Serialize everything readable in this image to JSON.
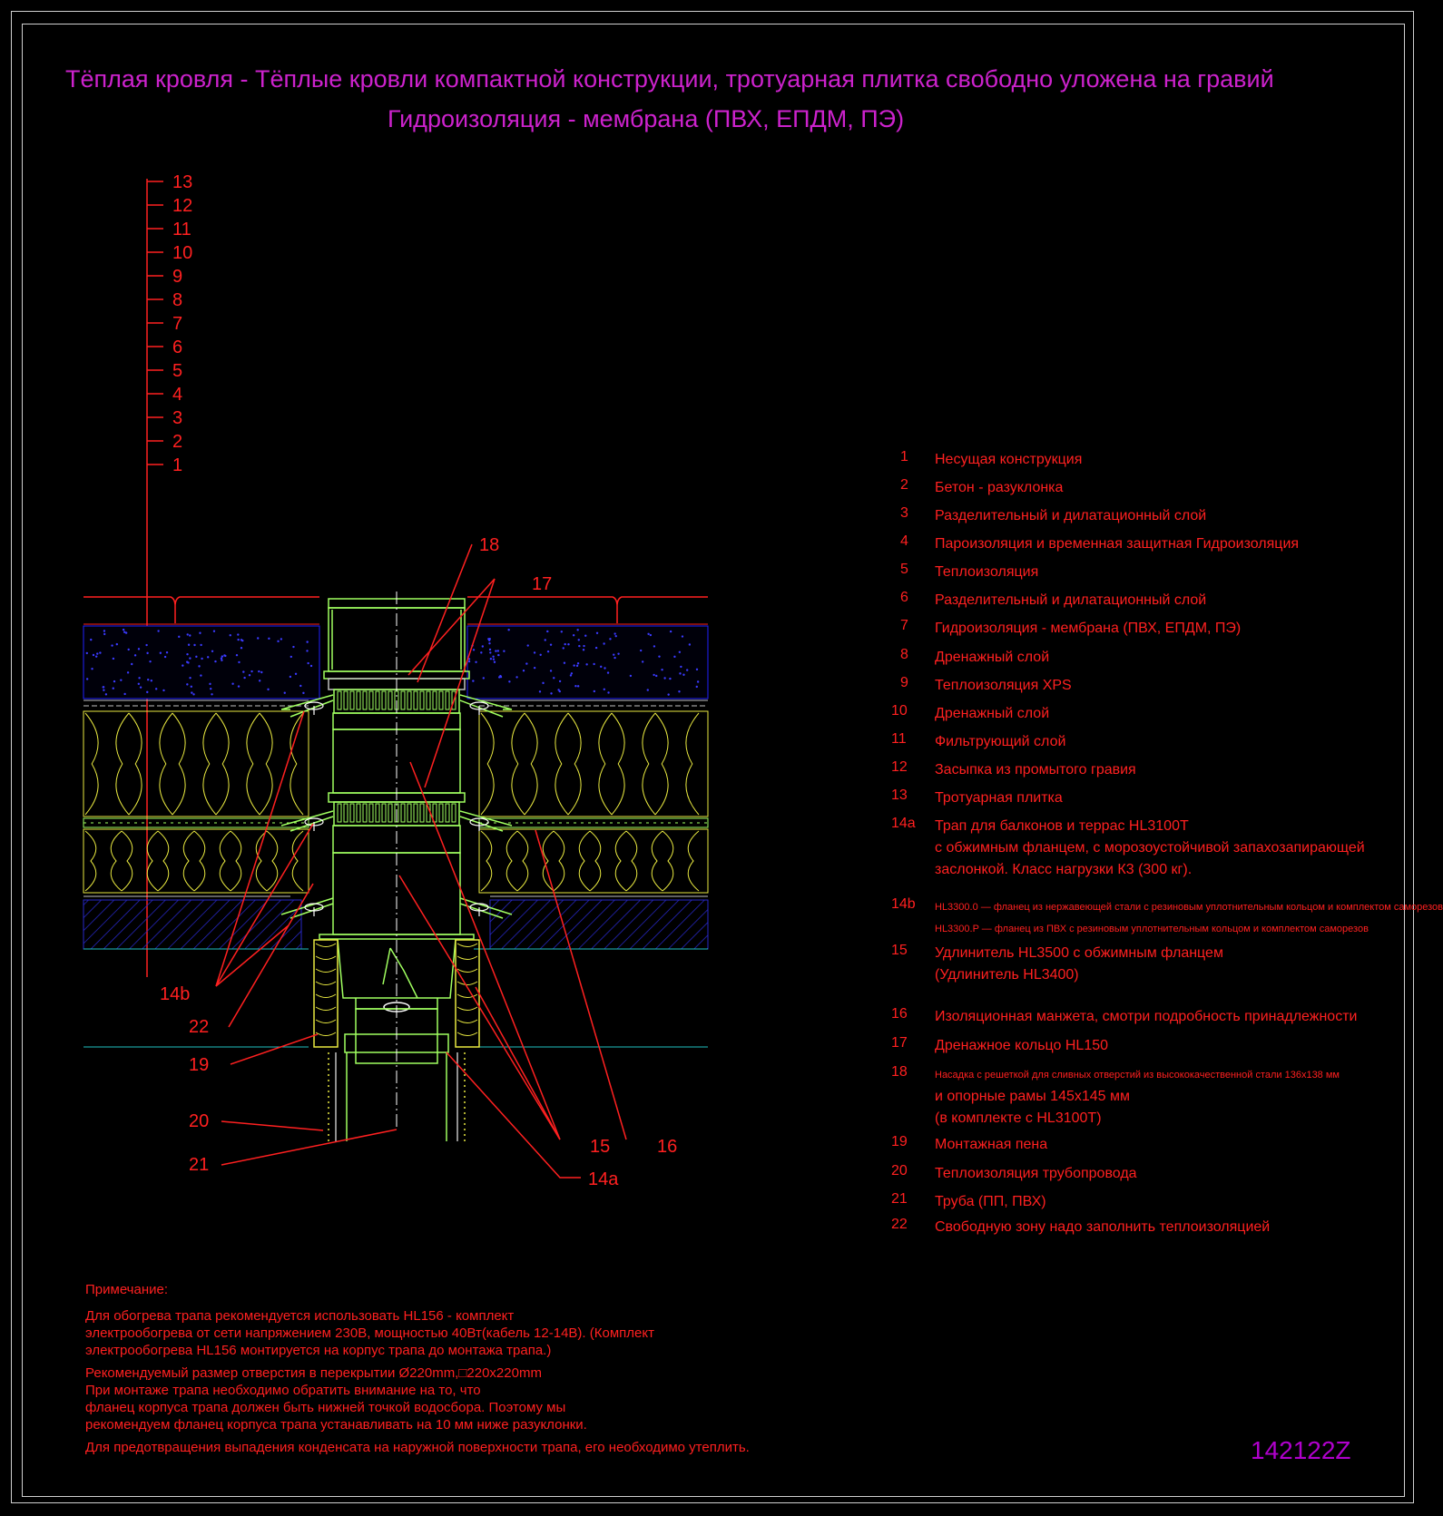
{
  "title_line1": "Тёплая кровля - Тёплые кровли компактной конструкции, тротуарная плитка свободно уложена на гравий",
  "title_line2": "Гидроизоляция - мембрана (ПВХ, ЕПДМ, ПЭ)",
  "scale_labels": [
    "13",
    "12",
    "11",
    "10",
    "9",
    "8",
    "7",
    "6",
    "5",
    "4",
    "3",
    "2",
    "1"
  ],
  "callouts": {
    "c18": "18",
    "c17": "17",
    "c14b": "14b",
    "c22": "22",
    "c19": "19",
    "c20": "20",
    "c21": "21",
    "c15": "15",
    "c16": "16",
    "c14a": "14a"
  },
  "legend": [
    {
      "num": "1",
      "lines": [
        "Несущая конструкция"
      ]
    },
    {
      "num": "2",
      "lines": [
        "Бетон - разуклонка"
      ]
    },
    {
      "num": "3",
      "lines": [
        "Разделительный и дилатационный слой"
      ]
    },
    {
      "num": "4",
      "lines": [
        "Пароизоляция и временная защитная Гидроизоляция"
      ]
    },
    {
      "num": "5",
      "lines": [
        "Теплоизоляция"
      ]
    },
    {
      "num": "6",
      "lines": [
        "Разделительный и дилатационный слой"
      ]
    },
    {
      "num": "7",
      "lines": [
        "Гидроизоляция - мембрана (ПВХ, ЕПДМ, ПЭ)"
      ]
    },
    {
      "num": "8",
      "lines": [
        "Дренажный слой"
      ]
    },
    {
      "num": "9",
      "lines": [
        "Теплоизоляция XPS"
      ]
    },
    {
      "num": "10",
      "lines": [
        "Дренажный слой"
      ]
    },
    {
      "num": "11",
      "lines": [
        "Фильтрующий слой"
      ]
    },
    {
      "num": "12",
      "lines": [
        "Засыпка из промытого гравия"
      ]
    },
    {
      "num": "13",
      "lines": [
        "Тротуарная плитка"
      ]
    },
    {
      "num": "14a",
      "lines": [
        "Трап для балконов и террас HL3100T",
        "с обжимным фланцем, с морозоустойчивой запахозапирающей",
        "заслонкой. Класс нагрузки К3 (300 кг)."
      ]
    },
    {
      "num": "14b",
      "small": true,
      "lines": [
        "HL3300.0 — фланец из нержавеющей стали с резиновым уплотнительным кольцом и комплектом саморезов",
        "HL3300.P — фланец из ПВХ с резиновым уплотнительным кольцом и комплектом саморезов"
      ]
    },
    {
      "num": "15",
      "lines": [
        "Удлинитель HL3500 с обжимным фланцем",
        "(Удлинитель HL3400)"
      ]
    },
    {
      "num": "16",
      "lines": [
        "Изоляционная  манжета, смотри подробность принадлежности"
      ]
    },
    {
      "num": "17",
      "lines": [
        "Дренажное кольцо HL150"
      ]
    },
    {
      "num": "18",
      "mixed": true,
      "lines": [
        "Насадка с решеткой для сливных отверстий из высококачественной стали 136x138 мм",
        "и опорные рамы 145x145 мм",
        "(в комплекте с HL3100T)"
      ]
    },
    {
      "num": "19",
      "lines": [
        "Монтажная пена"
      ]
    },
    {
      "num": "20",
      "lines": [
        "Теплоизоляция трубопровода"
      ]
    },
    {
      "num": "21",
      "lines": [
        "Труба (ПП, ПВХ)"
      ]
    },
    {
      "num": "22",
      "lines": [
        "Свободную зону надо заполнить теплоизоляцией"
      ]
    }
  ],
  "notes": {
    "title": "Примечание:",
    "paragraphs": [
      [
        "Для обогрева трапа рекомендуется использовать HL156 - комплект",
        "электрообогрева от сети напряжением 230В, мощностью 40Вт(кабель 12-14В). (Комплект",
        "электрообогрева HL156 монтируется на корпус трапа до монтажа трапа.)"
      ],
      [
        "Рекомендуемый размер отверстия в перекрытии Ø220mm,□220x220mm",
        "При монтаже трапа необходимо обратить внимание на то, что",
        "фланец корпуса трапа должен быть нижней точкой водосбора. Поэтому мы",
        "рекомендуем фланец корпуса трапа устанавливать на 10 мм ниже разуклонки."
      ],
      [
        "Для предотвращения выпадения конденсата на наружной поверхности трапа, его необходимо утеплить."
      ]
    ]
  },
  "drawing_code": "142122Z",
  "colors": {
    "background": "#000000",
    "title": "#cc22cc",
    "text": "#ff2020",
    "frame": "#d0d0d0",
    "insulation": "#e8e840",
    "drain": "#a0ff60",
    "gravel": "#2020ff",
    "membrane": "#20c0c0"
  }
}
